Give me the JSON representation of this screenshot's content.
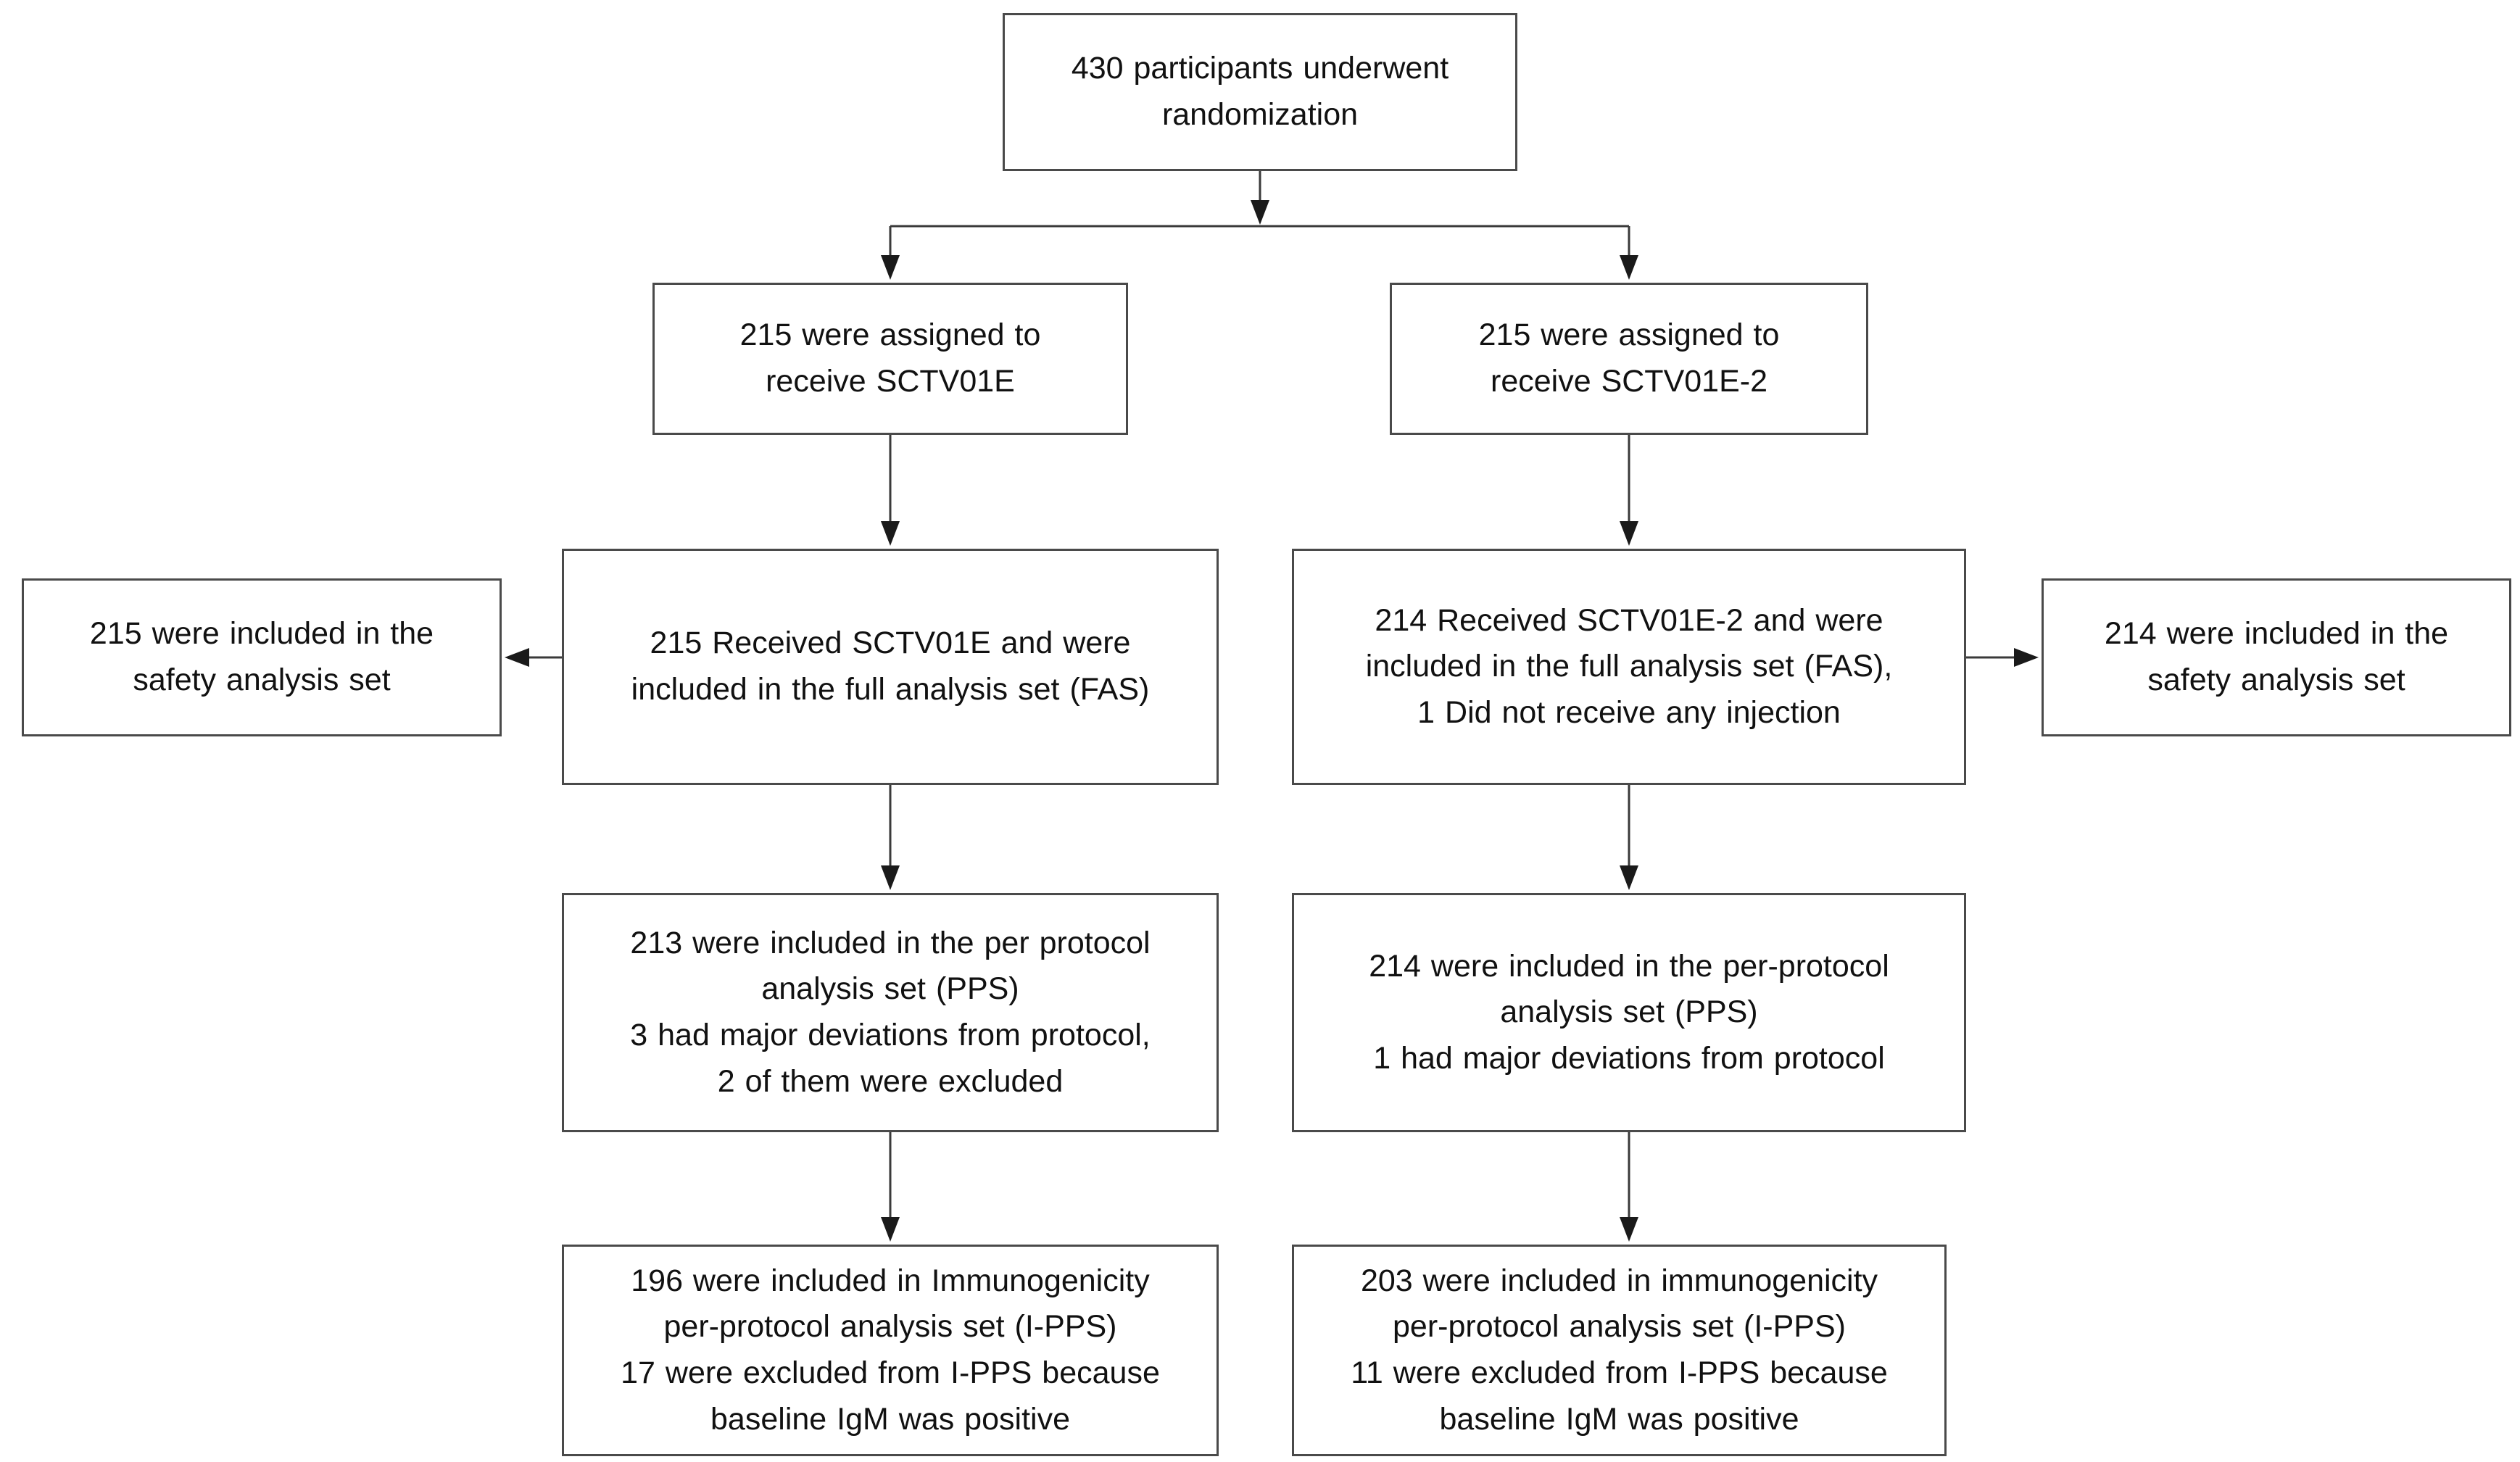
{
  "diagram_type": "participant-flow-chart",
  "colors": {
    "background": "#ffffff",
    "box_border": "#4a4a4a",
    "connector": "#3a3a3a",
    "text": "#111111"
  },
  "boxes": {
    "randomization": {
      "lines": [
        "430 participants underwent",
        "randomization"
      ]
    },
    "assigned_sctv01e": {
      "lines": [
        "215 were assigned to",
        "receive SCTV01E"
      ]
    },
    "assigned_sctv01e2": {
      "lines": [
        "215 were assigned to",
        "receive SCTV01E-2"
      ]
    },
    "fas_sctv01e": {
      "lines": [
        "215 Received SCTV01E and were",
        "included in the full analysis set (FAS)"
      ]
    },
    "fas_sctv01e2": {
      "lines": [
        "214 Received SCTV01E-2 and were",
        "included in the full analysis set (FAS),",
        "1 Did not receive any injection"
      ]
    },
    "safety_sctv01e": {
      "lines": [
        "215 were included in the",
        "safety analysis set"
      ]
    },
    "safety_sctv01e2": {
      "lines": [
        "214 were included in the",
        "safety analysis set"
      ]
    },
    "pps_sctv01e": {
      "lines": [
        "213 were included in the per protocol",
        "analysis set (PPS)",
        "3 had major deviations from protocol,",
        "2 of them were excluded"
      ]
    },
    "pps_sctv01e2": {
      "lines": [
        "214 were included in the per-protocol",
        "analysis set (PPS)",
        "1 had major deviations from protocol"
      ]
    },
    "ipps_sctv01e": {
      "lines": [
        "196 were included in Immunogenicity",
        "per-protocol analysis set (I-PPS)",
        "17 were excluded from I-PPS because",
        "baseline IgM was positive"
      ]
    },
    "ipps_sctv01e2": {
      "lines": [
        "203 were included in immunogenicity",
        "per-protocol analysis set (I-PPS)",
        "11 were excluded from I-PPS because",
        "baseline IgM was positive"
      ]
    }
  }
}
